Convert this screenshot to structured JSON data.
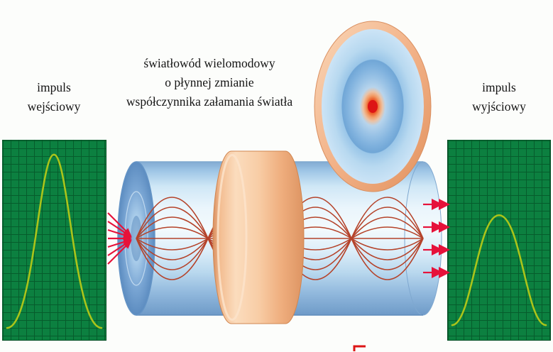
{
  "title": {
    "line1": "światłowód wielomodowy",
    "line2": "o płynnej zmianie",
    "line3": "współczynnika załamania światła"
  },
  "input_label": {
    "line1": "impuls",
    "line2": "wejściowy"
  },
  "output_label": {
    "line1": "impuls",
    "line2": "wyjściowy"
  },
  "diagram": {
    "subject": "graded-index multimode optical fiber",
    "elements": {
      "input_pulse": "narrow tall pulse on green grid oscilloscope panel",
      "output_pulse": "broadened lower pulse on green grid oscilloscope panel",
      "fiber": "blue cylinder with peach jacket collar and sinusoidal red light rays",
      "cross_section": "circular fiber cross-section with graded blue index profile and red core"
    }
  },
  "colors": {
    "background": "#fcfdfb",
    "text": "#141414",
    "panel_green": "#0c8040",
    "panel_grid": "#065c2c",
    "pulse_green": "#abc41a",
    "fiber_blue": "#9fc6e6",
    "fiber_blue_dark": "#6f9ac8",
    "collar_peach": "#f8cda6",
    "collar_peach_dark": "#dd9462",
    "ray_red": "#b5432a",
    "arrow_red": "#e6123a",
    "core_red": "#dd1515"
  }
}
